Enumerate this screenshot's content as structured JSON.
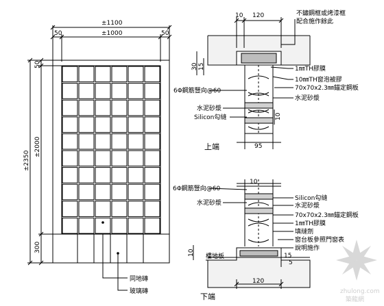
{
  "elevation": {
    "dims": {
      "overall_width": "±1100",
      "inner_width": "±1000",
      "left_margin": "50",
      "right_margin": "50",
      "top_margin": "50",
      "overall_height": "±2350",
      "glass_height": "±2000",
      "bottom_band": "300"
    },
    "labels": {
      "tile": "同地磚",
      "glass_brick": "玻璃磚"
    },
    "grid": {
      "columns": 6,
      "rows": 10
    }
  },
  "top_detail": {
    "title": "上端",
    "dims": {
      "d10": "10",
      "d120": "120",
      "d30": "30",
      "d15": "15",
      "d10b": "10",
      "d95": "95"
    },
    "labels": {
      "frame": "不鏽鋼框或烤漆框",
      "frame2": "配合施作餘此",
      "th_glue": "1㎜TH膠膜",
      "foam": "10㎜TH窗泡被膠",
      "angle": "70x70x2.3㎜錨定鋼板",
      "mortar_r": "水泥砂漿",
      "rebar": "6Φ鋼筋豎向@60",
      "mortar_l": "水泥砂漿",
      "silicon": "Silicon勾縫"
    }
  },
  "bottom_detail": {
    "title": "下端",
    "dims": {
      "d10": "10",
      "d120": "120",
      "d10b": "10",
      "d5": "5",
      "d15": "15"
    },
    "labels": {
      "rebar": "6Φ鋼筋豎向@60",
      "mortar_l": "水泥砂漿",
      "silicon": "Silicon勾縫",
      "mortar_r": "水泥砂漿",
      "angle": "70x70x2.3㎜錨定鋼板",
      "th_glue": "1㎜TH膠膜",
      "filler": "填縫劑",
      "sill": "窗台板參照門窗表",
      "sill2": "說明施作",
      "floor": "樓地板"
    }
  },
  "watermark": {
    "text": "zhulong.com",
    "brand": "築龍網"
  }
}
